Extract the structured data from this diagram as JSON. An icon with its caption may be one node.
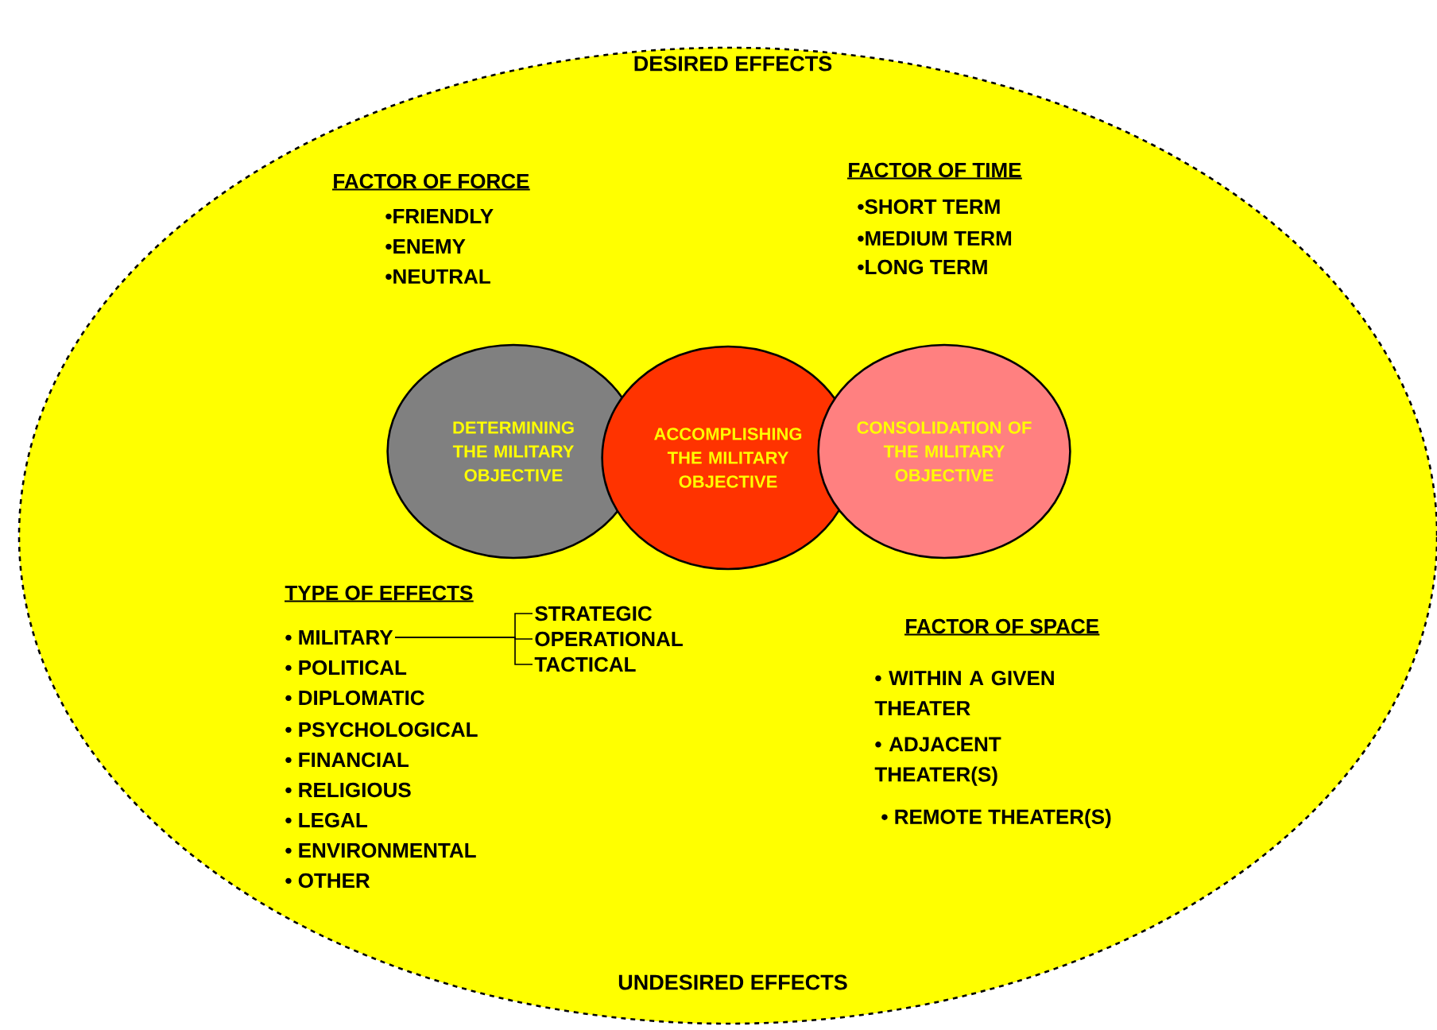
{
  "diagram": {
    "nodes": [
      {
        "text": [
          "DESIRED EFFECTS",
          "UNDESIRED EFFECTS"
        ]
      },
      {
        "text": [
          "DETERMINING THE MILITARY OBJECTIVE"
        ],
        "in": 0
      },
      {
        "text": [
          "ACCOMPLISHING THE MILITARY OBJECTIVE"
        ],
        "in": 0
      },
      {
        "text": [
          "CONSOLIDATION OF THE MILITARY OBJECTIVE"
        ],
        "in": 0
      },
      {
        "text": [
          "• MILITARY"
        ],
        "in": 0
      },
      {
        "text": [
          "STRATEGIC"
        ],
        "in": 0
      },
      {
        "text": [
          "OPERATIONAL"
        ],
        "in": 0
      },
      {
        "text": [
          "TACTICAL"
        ],
        "in": 0
      }
    ],
    "edges": [
      {
        "from": 4,
        "to": 5,
        "arrow": "none"
      },
      {
        "from": 4,
        "to": 6,
        "arrow": "none"
      },
      {
        "from": 4,
        "to": 7,
        "arrow": "none"
      }
    ],
    "labels": [
      "FACTOR OF FORCE",
      "•FRIENDLY",
      "•ENEMY",
      "•NEUTRAL",
      "FACTOR OF TIME",
      "•SHORT TERM",
      "•MEDIUM TERM",
      "•LONG TERM",
      "TYPE OF EFFECTS",
      "• POLITICAL",
      "• DIPLOMATIC",
      "• PSYCHOLOGICAL",
      "• FINANCIAL",
      "• RELIGIOUS",
      "• LEGAL",
      "• ENVIRONMENTAL",
      "• OTHER",
      "FACTOR OF SPACE",
      "• WITHIN A GIVEN THEATER",
      "• ADJACENT THEATER(S)",
      "• REMOTE THEATER(S)"
    ]
  }
}
